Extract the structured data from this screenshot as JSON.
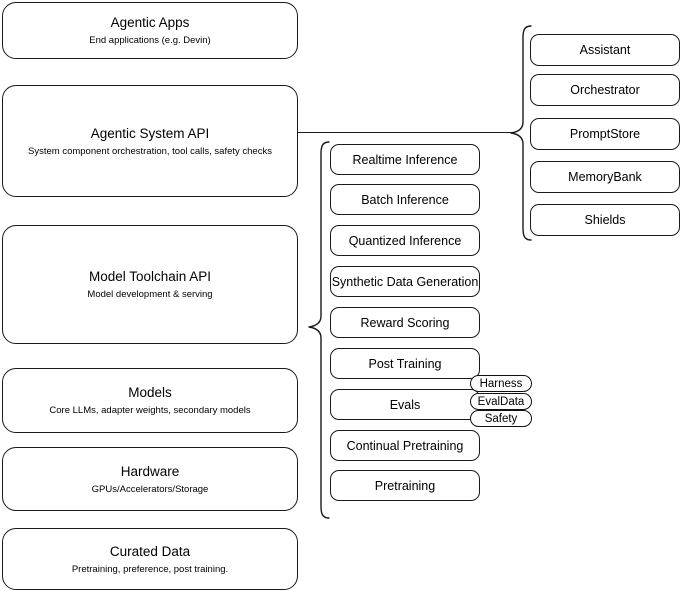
{
  "diagram": {
    "title": "Agentic AI stack layers",
    "background_color": "#ffffff",
    "stroke_color": "#1a1a1a",
    "text_color": "#000000"
  },
  "stack_layers": [
    {
      "title": "Agentic Apps",
      "subtitle": "End applications (e.g. Devin)",
      "name": "agentic-apps"
    },
    {
      "title": "Agentic System API",
      "subtitle": "System component orchestration, tool calls, safety checks",
      "name": "agentic-system-api"
    },
    {
      "title": "Model Toolchain API",
      "subtitle": "Model development & serving",
      "name": "model-toolchain-api"
    },
    {
      "title": "Models",
      "subtitle": "Core LLMs, adapter weights, secondary models",
      "name": "models"
    },
    {
      "title": "Hardware",
      "subtitle": "GPUs/Accelerators/Storage",
      "name": "hardware"
    },
    {
      "title": "Curated Data",
      "subtitle": "Pretraining, preference, post training.",
      "name": "curated-data"
    }
  ],
  "toolchain_components": [
    {
      "label": "Realtime Inference",
      "name": "realtime-inference"
    },
    {
      "label": "Batch Inference",
      "name": "batch-inference"
    },
    {
      "label": "Quantized Inference",
      "name": "quantized-inference"
    },
    {
      "label": "Synthetic Data Generation",
      "name": "synthetic-data-generation"
    },
    {
      "label": "Reward Scoring",
      "name": "reward-scoring"
    },
    {
      "label": "Post Training",
      "name": "post-training"
    },
    {
      "label": "Evals",
      "name": "evals"
    },
    {
      "label": "Continual Pretraining",
      "name": "continual-pretraining"
    },
    {
      "label": "Pretraining",
      "name": "pretraining"
    }
  ],
  "evals_subcomponents": [
    {
      "label": "Harness",
      "name": "harness"
    },
    {
      "label": "EvalData",
      "name": "evaldata"
    },
    {
      "label": "Safety",
      "name": "safety"
    }
  ],
  "system_components": [
    {
      "label": "Assistant",
      "name": "assistant"
    },
    {
      "label": "Orchestrator",
      "name": "orchestrator"
    },
    {
      "label": "PromptStore",
      "name": "promptstore"
    },
    {
      "label": "MemoryBank",
      "name": "memorybank"
    },
    {
      "label": "Shields",
      "name": "shields"
    }
  ]
}
